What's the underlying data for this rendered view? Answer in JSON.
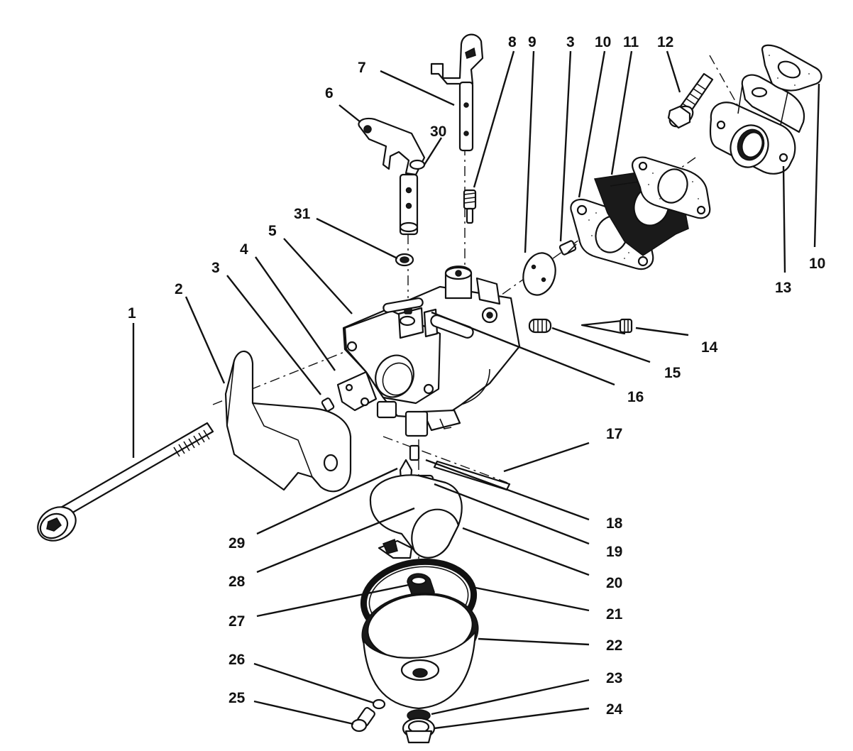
{
  "callouts": {
    "c1": "1",
    "c2": "2",
    "c3a": "3",
    "c3b": "3",
    "c4": "4",
    "c5": "5",
    "c6": "6",
    "c7": "7",
    "c8": "8",
    "c9": "9",
    "c10a": "10",
    "c10b": "10",
    "c11": "11",
    "c12": "12",
    "c13": "13",
    "c14": "14",
    "c15": "15",
    "c16": "16",
    "c17": "17",
    "c18": "18",
    "c19": "19",
    "c20": "20",
    "c21": "21",
    "c22": "22",
    "c23": "23",
    "c24": "24",
    "c25": "25",
    "c26": "26",
    "c27": "27",
    "c28": "28",
    "c29": "29",
    "c30": "30",
    "c31": "31"
  }
}
